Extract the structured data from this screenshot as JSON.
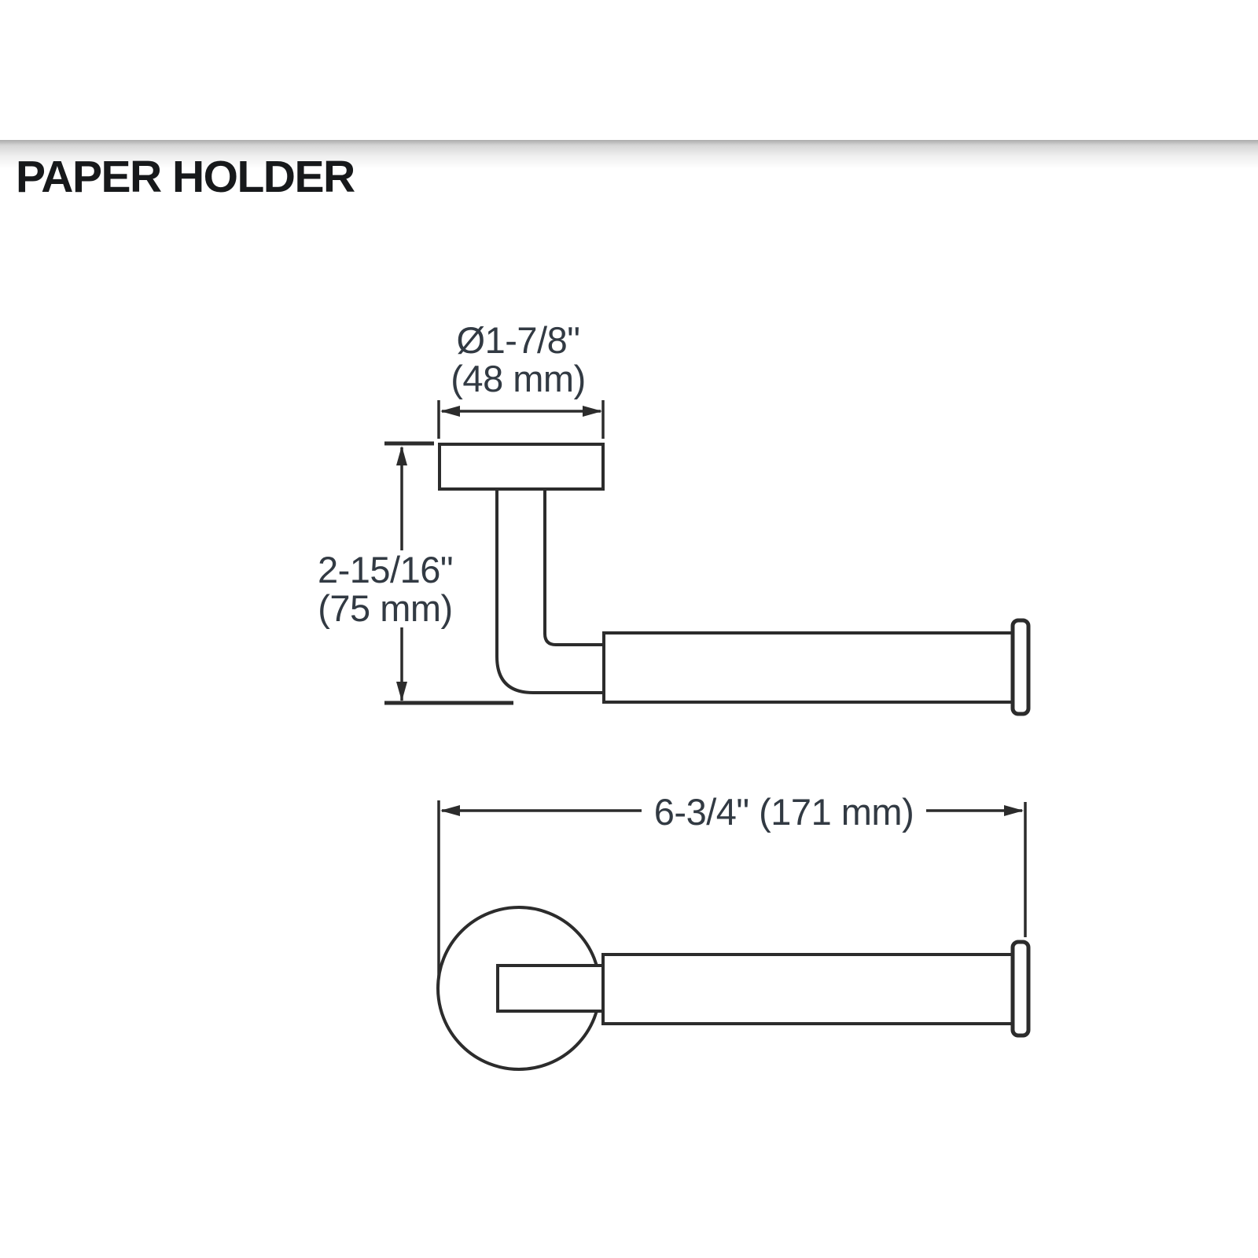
{
  "title": "PAPER HOLDER",
  "dimensions": {
    "diameter_imperial": "Ø1-7/8\"",
    "diameter_metric": "(48 mm)",
    "height_imperial": "2-15/16\"",
    "height_metric": "(75 mm)",
    "length": "6-3/4\" (171 mm)"
  },
  "colors": {
    "line": "#2c2c2c",
    "dimension_text": "#323a43",
    "title_text": "#17191b"
  }
}
